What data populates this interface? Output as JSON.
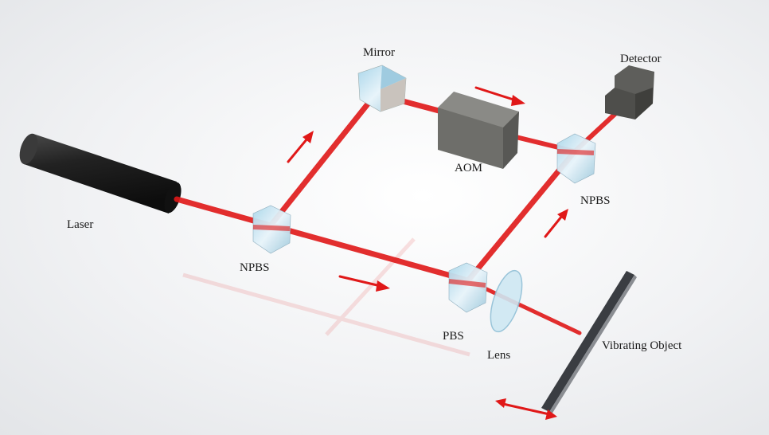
{
  "labels": {
    "mirror": "Mirror",
    "detector": "Detector",
    "aom": "AOM",
    "npbs_right": "NPBS",
    "laser": "Laser",
    "npbs_left": "NPBS",
    "pbs": "PBS",
    "lens": "Lens",
    "vibrating_object": "Vibrating Object"
  },
  "colors": {
    "beam": "#e01818",
    "laser_body": "#1c1c1c",
    "aom": "#6f6f6c",
    "prism": "#bfe0ef",
    "object": "#3a3d42"
  }
}
